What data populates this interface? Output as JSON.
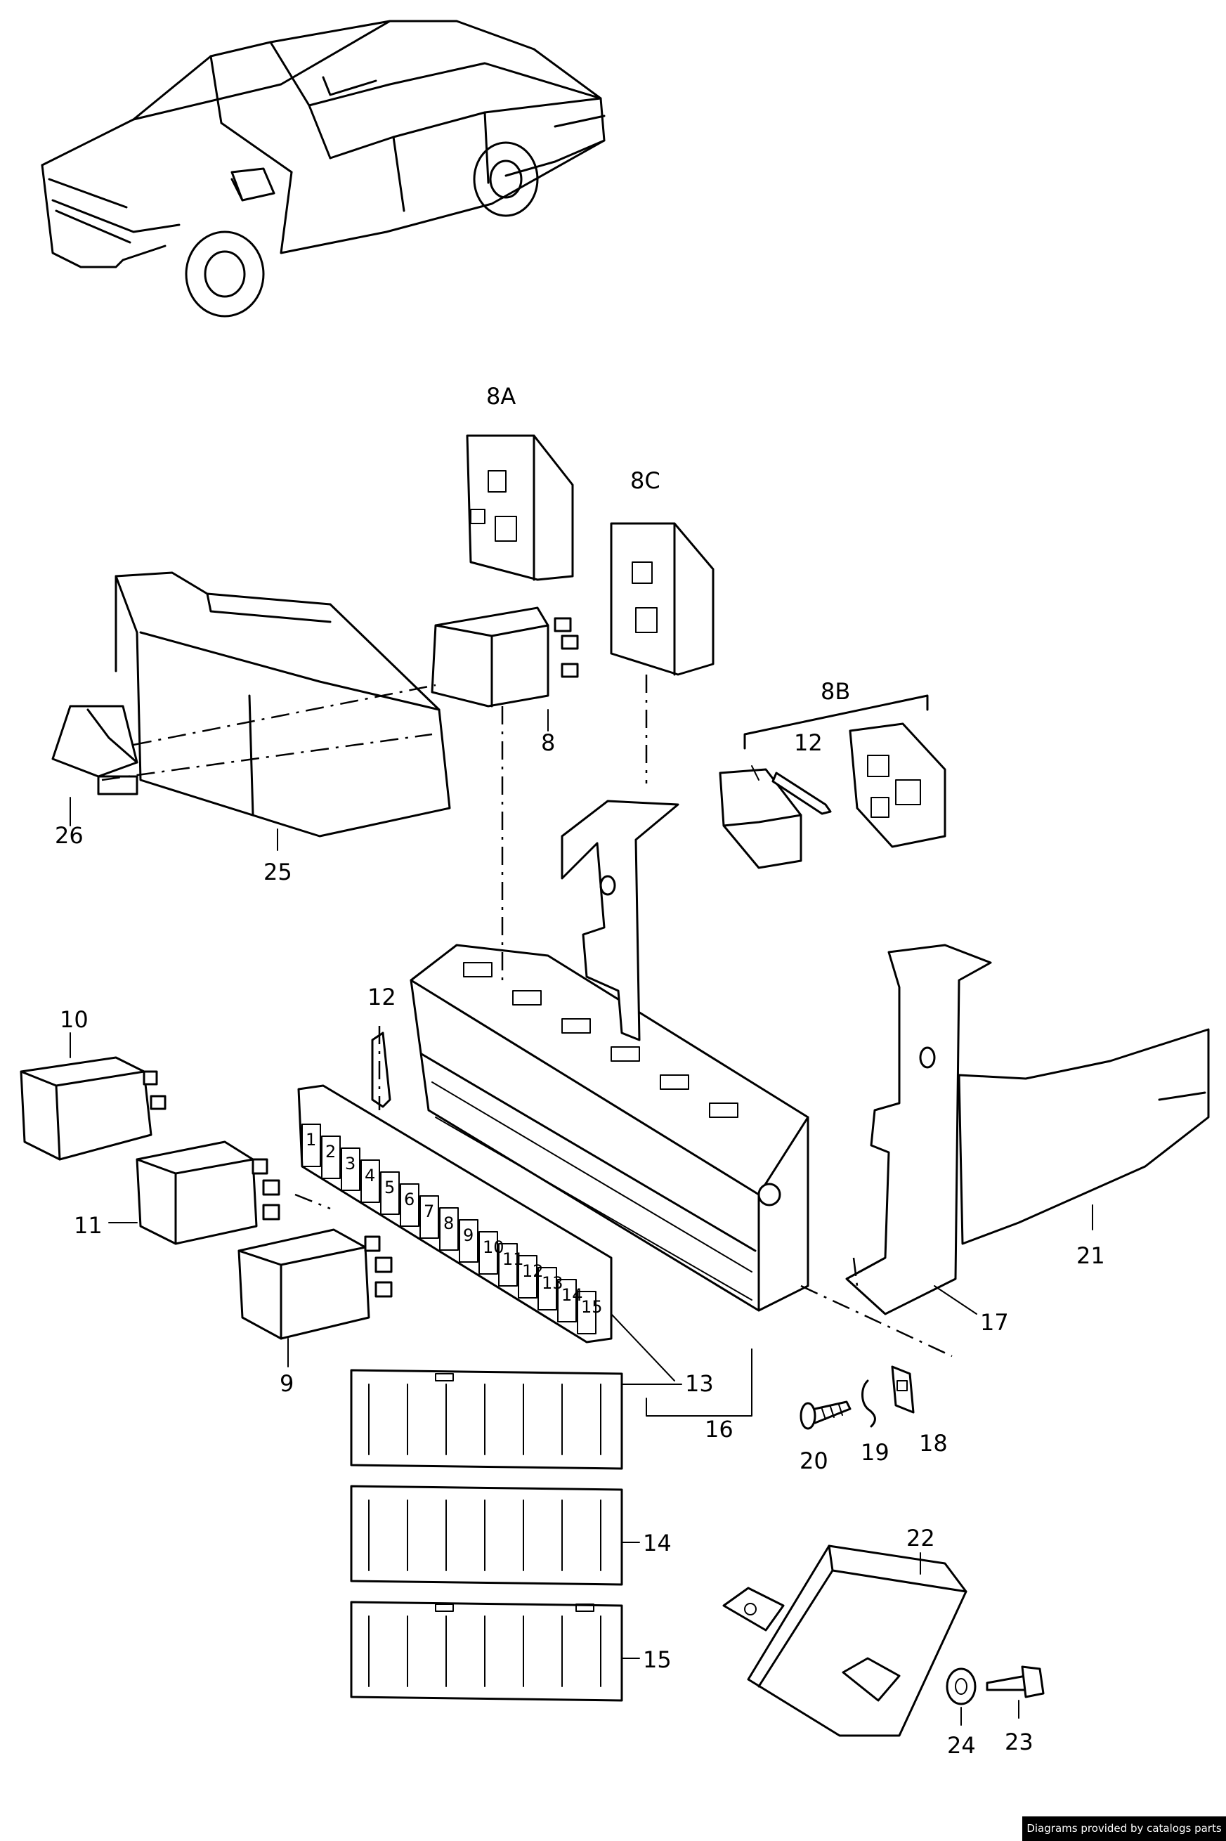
{
  "labels": {
    "p8A": "8A",
    "p8C": "8C",
    "p8B": "8B",
    "p8": "8",
    "p12a": "12",
    "p12b": "12",
    "p26": "26",
    "p25": "25",
    "p10": "10",
    "p11": "11",
    "p9": "9",
    "p13": "13",
    "p14": "14",
    "p15": "15",
    "p16": "16",
    "p17": "17",
    "p18": "18",
    "p19": "19",
    "p20": "20",
    "p21": "21",
    "p22": "22",
    "p23": "23",
    "p24": "24"
  },
  "fuse_slots": [
    "1",
    "2",
    "3",
    "4",
    "5",
    "6",
    "7",
    "8",
    "9",
    "10",
    "11",
    "12",
    "13",
    "14",
    "15"
  ],
  "credit": "Diagrams provided by catalogs parts"
}
